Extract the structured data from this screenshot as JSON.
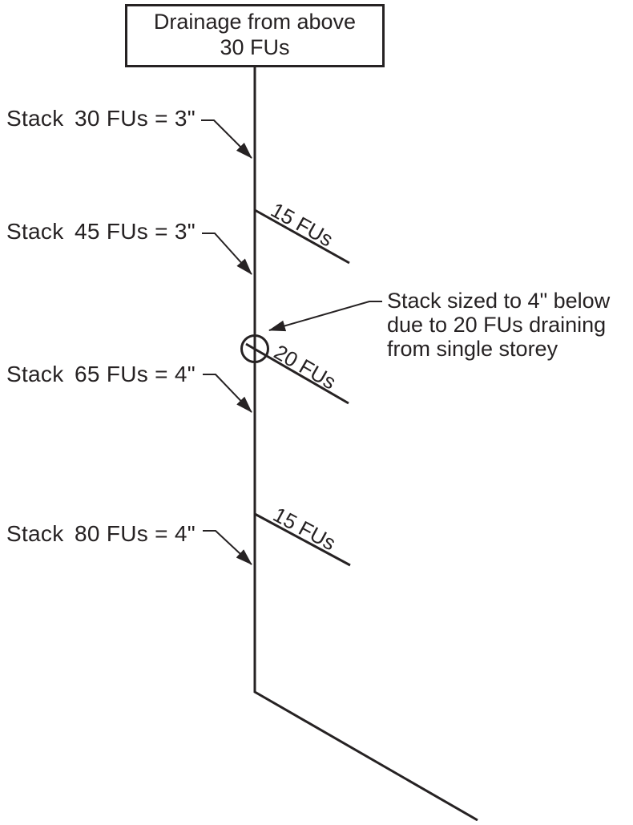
{
  "diagram": {
    "background_color": "#ffffff",
    "line_color": "#262223",
    "text_color": "#262223",
    "top_box": {
      "line1": "Drainage from above",
      "line2": "30 FUs"
    },
    "stack_labels": [
      {
        "prefix": "Stack",
        "value": "30 FUs = 3\""
      },
      {
        "prefix": "Stack",
        "value": "45 FUs = 3\""
      },
      {
        "prefix": "Stack",
        "value": "65 FUs = 4\""
      },
      {
        "prefix": "Stack",
        "value": "80 FUs = 4\""
      }
    ],
    "branches": [
      {
        "label": "15 FUs"
      },
      {
        "label": "20 FUs"
      },
      {
        "label": "15 FUs"
      }
    ],
    "note": {
      "prefix": "Stack",
      "rest": "sized to 4\" below",
      "line2": "due to 20 FUs draining",
      "line3": "from single storey"
    }
  }
}
